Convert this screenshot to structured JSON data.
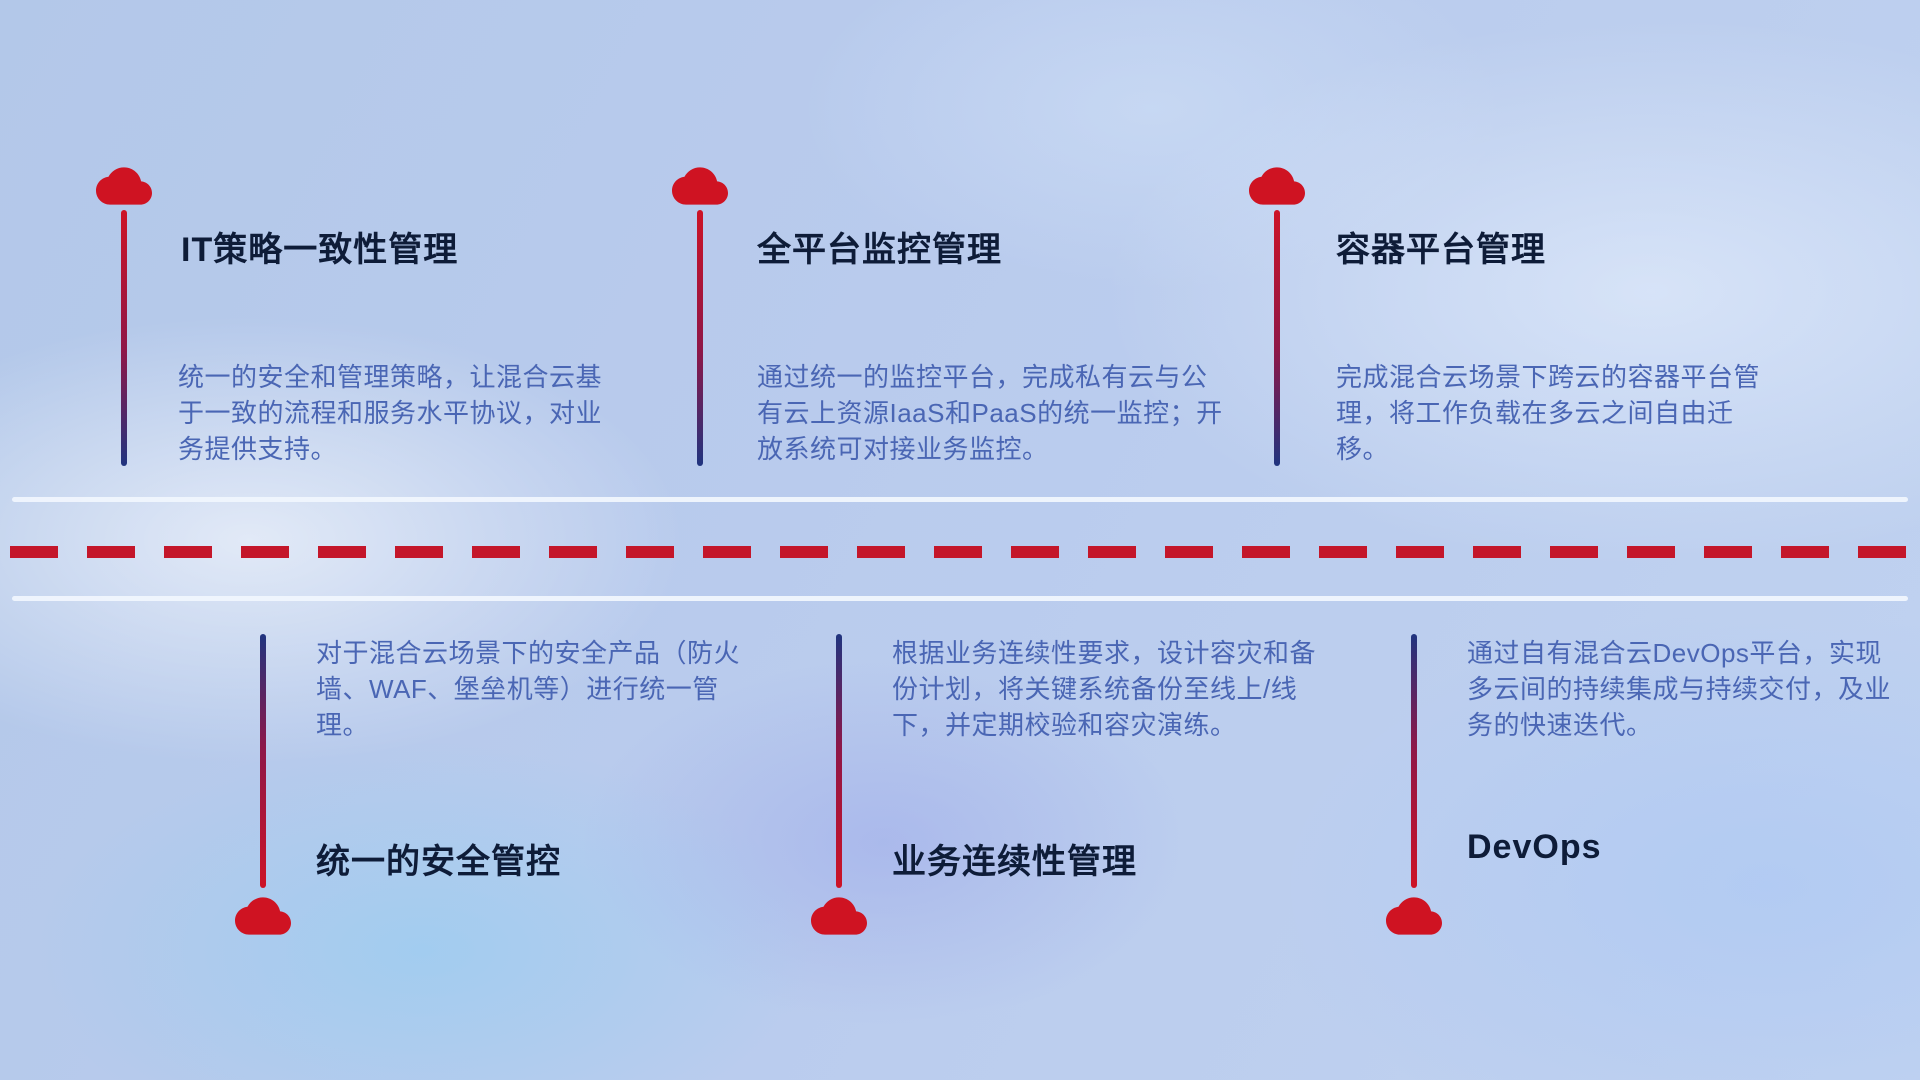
{
  "colors": {
    "accent_red": "#c4162a",
    "line_blue": "#20347f",
    "title_text": "#0e1c38",
    "desc_text": "#4a66b4",
    "divider_light": "#f0f6fd"
  },
  "icons": {
    "cloud": "cloud-icon"
  },
  "features": {
    "top": [
      {
        "title": "IT策略一致性管理",
        "desc": "统一的安全和管理策略，让混合云基于一致的流程和服务水平协议，对业务提供支持。"
      },
      {
        "title": "全平台监控管理",
        "desc": "通过统一的监控平台，完成私有云与公有云上资源IaaS和PaaS的统一监控；开放系统可对接业务监控。"
      },
      {
        "title": "容器平台管理",
        "desc": "完成混合云场景下跨云的容器平台管理，将工作负载在多云之间自由迁移。"
      }
    ],
    "bottom": [
      {
        "title": "统一的安全管控",
        "desc": "对于混合云场景下的安全产品（防火墙、WAF、堡垒机等）进行统一管理。"
      },
      {
        "title": "业务连续性管理",
        "desc": "根据业务连续性要求，设计容灾和备份计划，将关键系统备份至线上/线下，并定期校验和容灾演练。"
      },
      {
        "title": "DevOps",
        "desc": "通过自有混合云DevOps平台，实现多云间的持续集成与持续交付，及业务的快速迭代。"
      }
    ]
  }
}
